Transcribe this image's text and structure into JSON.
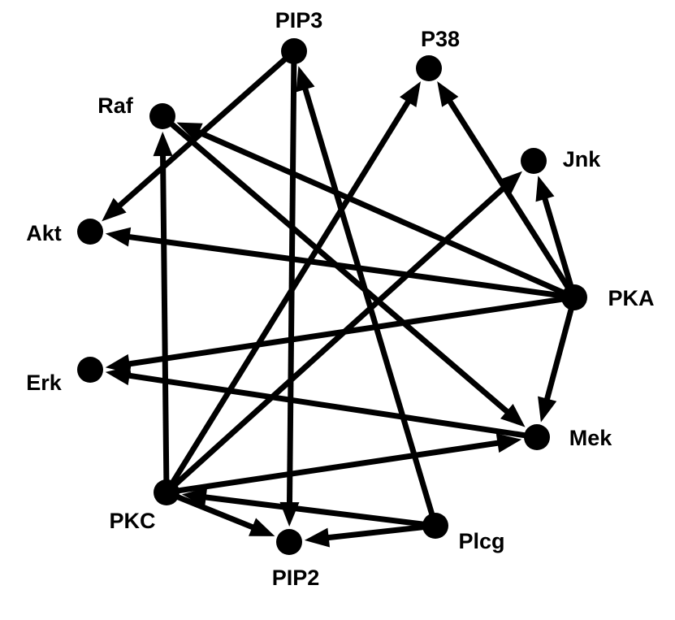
{
  "graph": {
    "nodes": [
      {
        "id": "pip3",
        "label": "PIP3"
      },
      {
        "id": "p38",
        "label": "P38"
      },
      {
        "id": "raf",
        "label": "Raf"
      },
      {
        "id": "jnk",
        "label": "Jnk"
      },
      {
        "id": "akt",
        "label": "Akt"
      },
      {
        "id": "pka",
        "label": "PKA"
      },
      {
        "id": "erk",
        "label": "Erk"
      },
      {
        "id": "mek",
        "label": "Mek"
      },
      {
        "id": "pkc",
        "label": "PKC"
      },
      {
        "id": "plcg",
        "label": "Plcg"
      },
      {
        "id": "pip2",
        "label": "PIP2"
      }
    ],
    "edges": [
      {
        "from": "pip3",
        "to": "akt"
      },
      {
        "from": "pip3",
        "to": "pip2"
      },
      {
        "from": "plcg",
        "to": "pip3"
      },
      {
        "from": "plcg",
        "to": "pip2"
      },
      {
        "from": "plcg",
        "to": "pkc"
      },
      {
        "from": "pkc",
        "to": "pip2"
      },
      {
        "from": "pkc",
        "to": "raf"
      },
      {
        "from": "pkc",
        "to": "p38"
      },
      {
        "from": "pkc",
        "to": "jnk"
      },
      {
        "from": "pkc",
        "to": "mek"
      },
      {
        "from": "pka",
        "to": "raf"
      },
      {
        "from": "pka",
        "to": "p38"
      },
      {
        "from": "pka",
        "to": "jnk"
      },
      {
        "from": "pka",
        "to": "akt"
      },
      {
        "from": "pka",
        "to": "erk"
      },
      {
        "from": "pka",
        "to": "mek"
      },
      {
        "from": "raf",
        "to": "mek"
      },
      {
        "from": "mek",
        "to": "erk"
      }
    ],
    "colors": {
      "node": "#000000",
      "edge": "#000000",
      "background": "#ffffff"
    }
  }
}
